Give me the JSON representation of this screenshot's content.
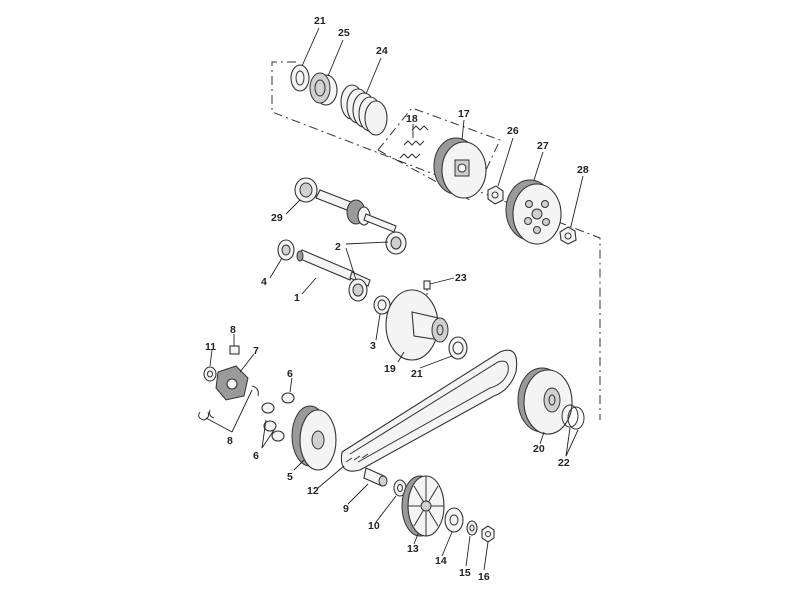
{
  "diagram": {
    "labels": [
      "21",
      "25",
      "24",
      "18",
      "17",
      "26",
      "27",
      "28",
      "29",
      "2",
      "23",
      "4",
      "1",
      "3",
      "8",
      "7",
      "11",
      "6",
      "19",
      "21",
      "5",
      "12",
      "9",
      "10",
      "13",
      "14",
      "15",
      "16",
      "20",
      "22",
      "6",
      "8"
    ]
  }
}
